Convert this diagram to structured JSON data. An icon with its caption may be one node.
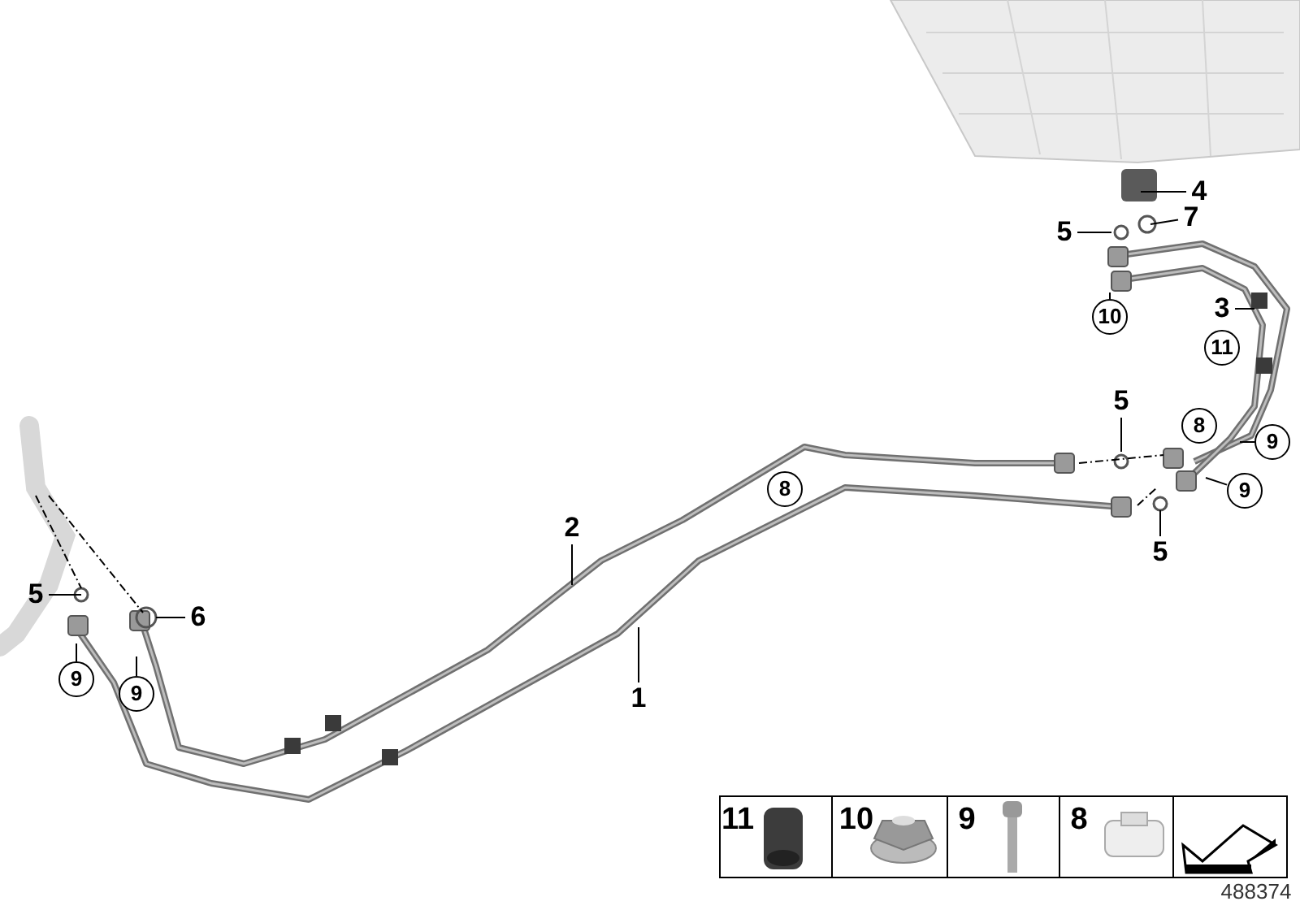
{
  "diagram": {
    "nodes": [
      {
        "text": [
          "4"
        ]
      },
      {
        "text": [
          "5"
        ]
      },
      {
        "text": [
          "7"
        ]
      },
      {
        "text": [
          "10"
        ]
      },
      {
        "text": [
          "3"
        ]
      },
      {
        "text": [
          "5"
        ]
      },
      {
        "text": [
          "9"
        ]
      },
      {
        "text": [
          "9"
        ]
      },
      {
        "text": [
          "2"
        ]
      },
      {
        "text": [
          "5"
        ]
      },
      {
        "text": [
          "5"
        ]
      },
      {
        "text": [
          "6"
        ]
      },
      {
        "text": [
          "1"
        ]
      },
      {
        "text": [
          "9"
        ]
      },
      {
        "text": [
          "9"
        ]
      },
      {
        "text": [
          "11"
        ]
      },
      {
        "text": [
          "8"
        ]
      },
      {
        "text": [
          "8"
        ]
      }
    ],
    "edges": [
      {
        "from": 0,
        "to": null,
        "arrow": "none"
      },
      {
        "from": 1,
        "to": null,
        "arrow": "none"
      },
      {
        "from": 2,
        "to": null,
        "arrow": "none"
      },
      {
        "from": 3,
        "to": null,
        "arrow": "none"
      },
      {
        "from": 4,
        "to": null,
        "arrow": "none"
      },
      {
        "from": 5,
        "to": null,
        "arrow": "none"
      },
      {
        "from": 6,
        "to": null,
        "arrow": "none"
      },
      {
        "from": 7,
        "to": null,
        "arrow": "none"
      },
      {
        "from": 8,
        "to": null,
        "arrow": "none"
      },
      {
        "from": 9,
        "to": null,
        "arrow": "none"
      },
      {
        "from": 10,
        "to": null,
        "arrow": "none"
      },
      {
        "from": 11,
        "to": null,
        "arrow": "none"
      },
      {
        "from": 12,
        "to": null,
        "arrow": "none"
      },
      {
        "from": 13,
        "to": null,
        "arrow": "none"
      },
      {
        "from": 14,
        "to": null,
        "arrow": "none"
      }
    ],
    "labels": [
      "11",
      "10",
      "9",
      "8",
      "488374"
    ]
  }
}
